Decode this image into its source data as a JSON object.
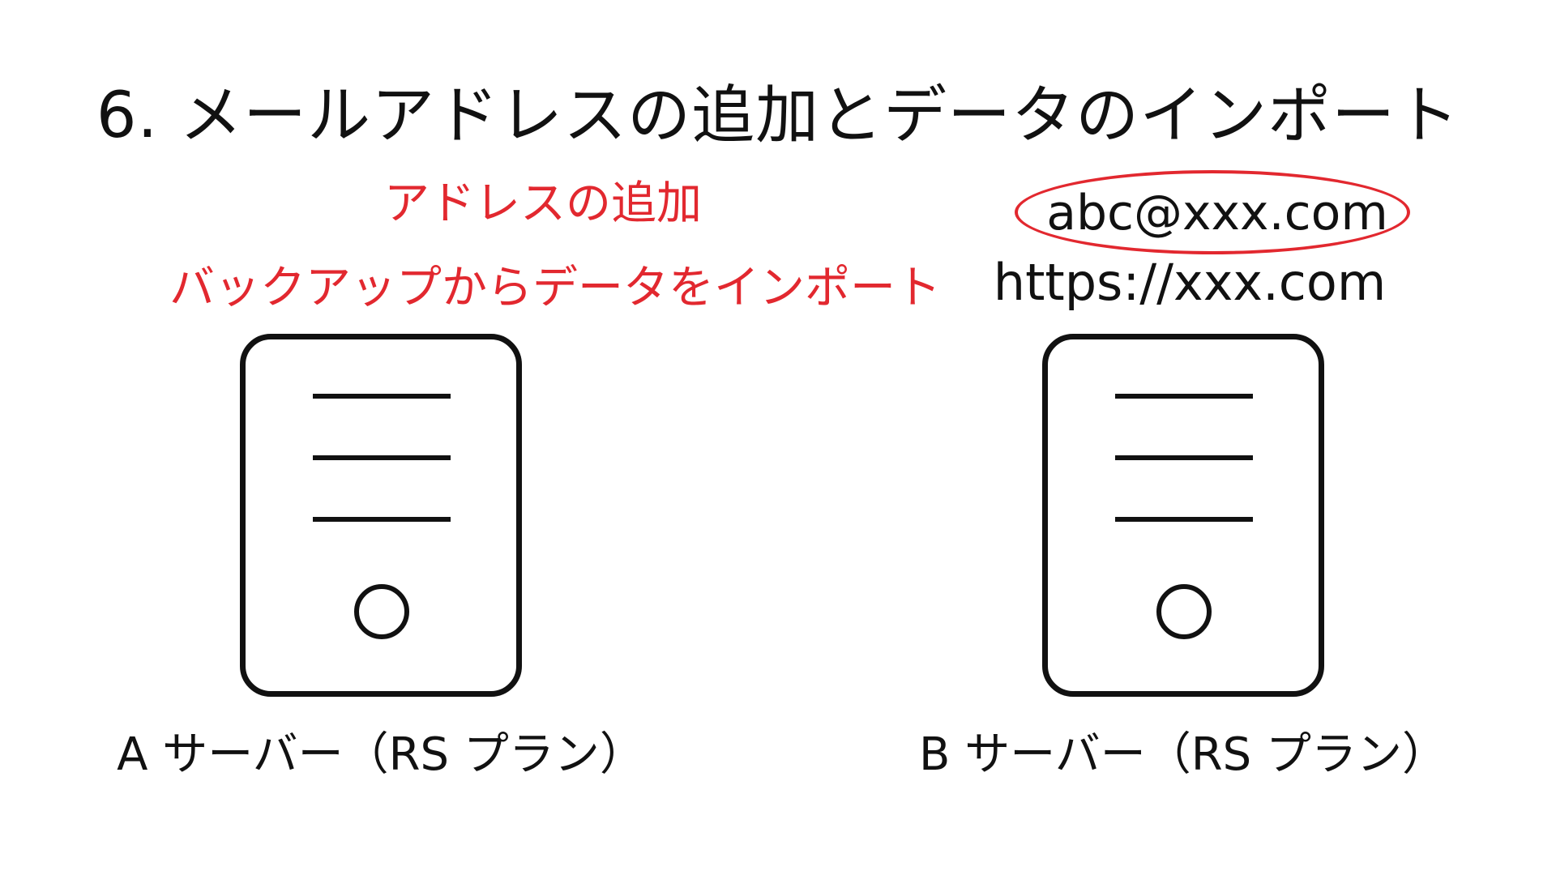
{
  "title": "6. メールアドレスの追加とデータのインポート",
  "notes": {
    "add_address": "アドレスの追加",
    "import_backup": "バックアップからデータをインポート"
  },
  "target": {
    "email": "abc@xxx.com",
    "url": "https://xxx.com"
  },
  "servers": [
    {
      "label": "A サーバー（RS プラン）",
      "icon": "server-icon"
    },
    {
      "label": "B サーバー（RS プラン）",
      "icon": "server-icon"
    }
  ],
  "colors": {
    "accent": "#e2282f",
    "stroke": "#111111",
    "background": "#ffffff"
  }
}
